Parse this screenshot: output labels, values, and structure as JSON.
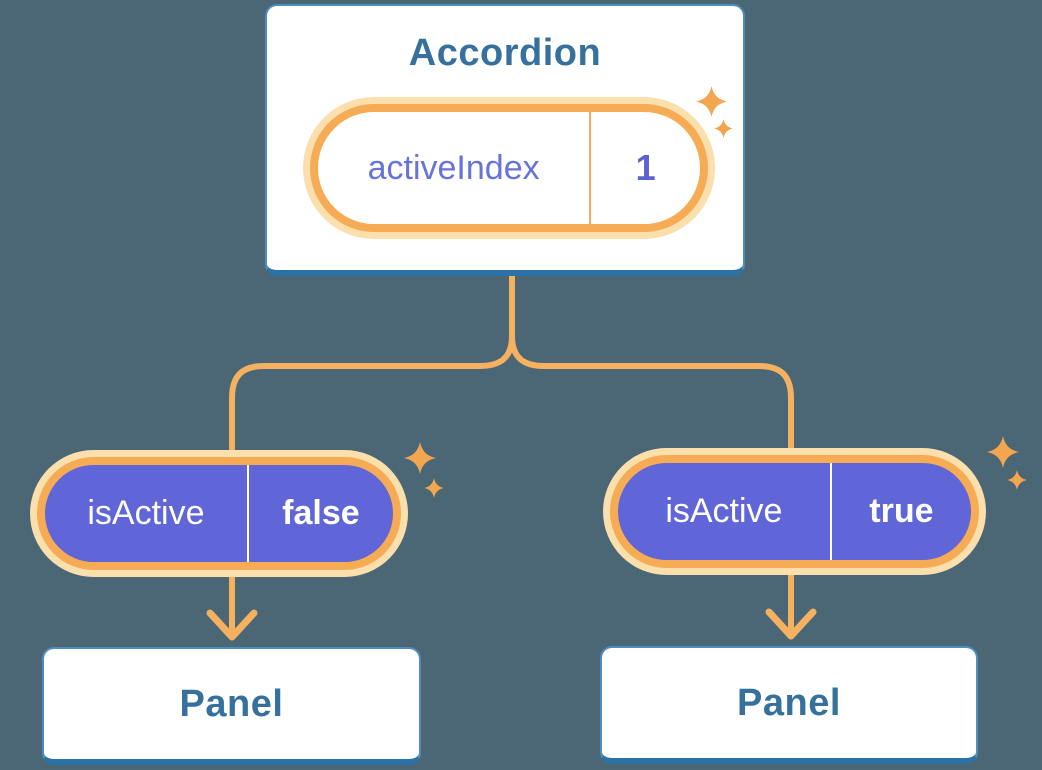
{
  "diagram": {
    "type": "component-tree",
    "root": {
      "title": "Accordion",
      "state_name": "activeIndex",
      "state_value": "1"
    },
    "children": [
      {
        "prop_name": "isActive",
        "prop_value": "false",
        "child_label": "Panel"
      },
      {
        "prop_name": "isActive",
        "prop_value": "true",
        "child_label": "Panel"
      }
    ]
  },
  "icons": {
    "sparkle": "four-point-star",
    "arrow": "chevron-down-arrowhead"
  },
  "colors": {
    "background": "#4B6775",
    "box_fill": "#FFFFFF",
    "box_border": "#4E8EBE",
    "box_border_bottom": "#2B72A6",
    "box_text": "#36719E",
    "connector_line": "#F5B160",
    "pill_border": "#F6AC55",
    "pill_glow": "#FBDFAD",
    "pill_purple_fill": "#6065D8",
    "pill_purple_text": "#FFFFFF",
    "state_name_text": "#6673DB",
    "state_value_text": "#5C63CE",
    "sparkle": "#F1A64F"
  }
}
